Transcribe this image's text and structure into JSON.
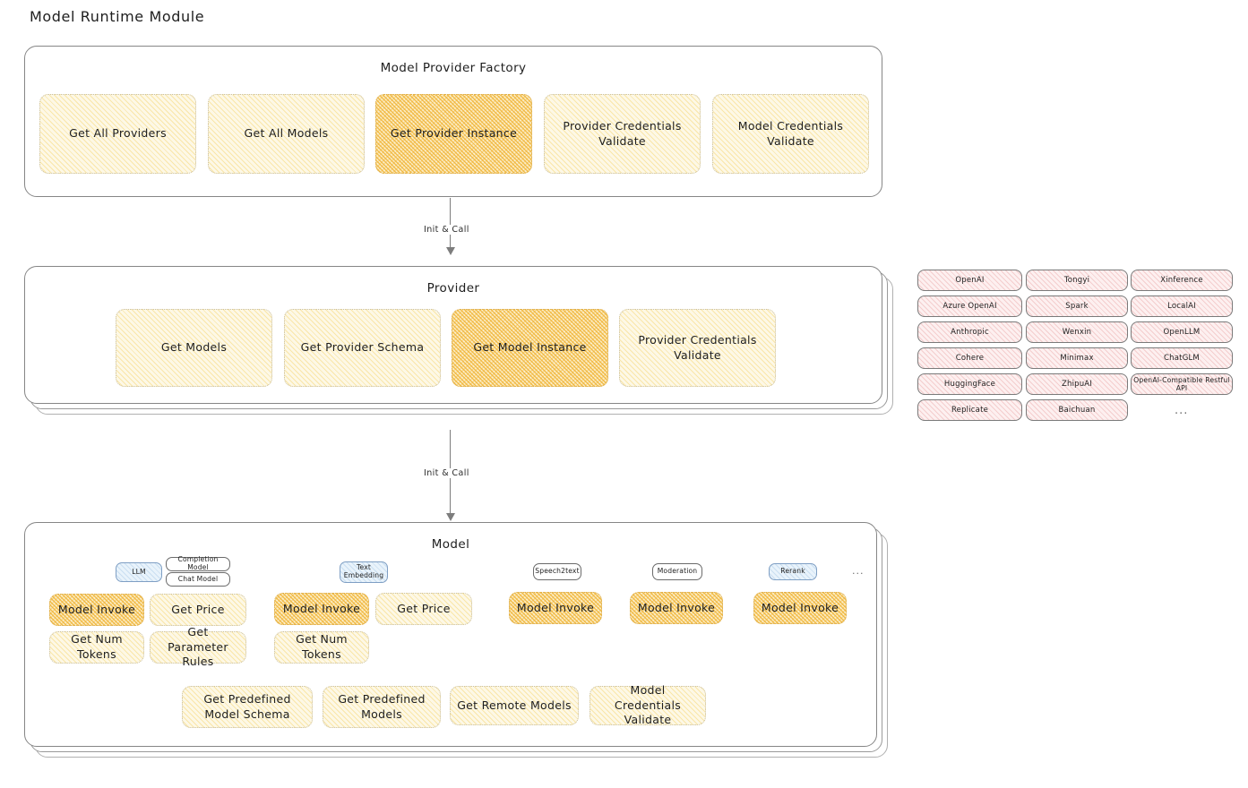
{
  "page": {
    "title": "Model Runtime Module"
  },
  "factory": {
    "title": "Model Provider Factory",
    "cards": [
      {
        "label": "Get All Providers",
        "highlight": false
      },
      {
        "label": "Get All Models",
        "highlight": false
      },
      {
        "label": "Get Provider Instance",
        "highlight": true
      },
      {
        "label": "Provider Credentials Validate",
        "highlight": false
      },
      {
        "label": "Model Credentials Validate",
        "highlight": false
      }
    ]
  },
  "arrows": [
    {
      "label": "Init & Call"
    },
    {
      "label": "Init & Call"
    }
  ],
  "provider": {
    "title": "Provider",
    "cards": [
      {
        "label": "Get Models",
        "highlight": false
      },
      {
        "label": "Get Provider Schema",
        "highlight": false
      },
      {
        "label": "Get Model Instance",
        "highlight": true
      },
      {
        "label": "Provider Credentials Validate",
        "highlight": false
      }
    ]
  },
  "provider_list": {
    "more": "...",
    "columns": [
      {
        "items": [
          "OpenAI",
          "Azure OpenAI",
          "Anthropic",
          "Cohere",
          "HuggingFace",
          "Replicate"
        ]
      },
      {
        "items": [
          "Tongyi",
          "Spark",
          "Wenxin",
          "Minimax",
          "ZhipuAI",
          "Baichuan"
        ]
      },
      {
        "items": [
          "Xinference",
          "LocalAI",
          "OpenLLM",
          "ChatGLM",
          "OpenAI-Compatible Restful API"
        ]
      }
    ]
  },
  "model": {
    "title": "Model",
    "more": "...",
    "types": [
      {
        "name": "LLM",
        "style": "blue",
        "sub": [
          "Completion Model",
          "Chat Model"
        ]
      },
      {
        "name": "Text Embedding",
        "style": "blue",
        "sub": []
      },
      {
        "name": "Speech2text",
        "style": "plain",
        "sub": []
      },
      {
        "name": "Moderation",
        "style": "plain",
        "sub": []
      },
      {
        "name": "Rerank",
        "style": "blue",
        "sub": []
      }
    ],
    "groups": [
      {
        "cards": [
          {
            "label": "Model Invoke",
            "highlight": true
          },
          {
            "label": "Get Price",
            "highlight": false
          },
          {
            "label": "Get Num Tokens",
            "highlight": false
          },
          {
            "label": "Get Parameter Rules",
            "highlight": false
          }
        ]
      },
      {
        "cards": [
          {
            "label": "Model Invoke",
            "highlight": true
          },
          {
            "label": "Get Price",
            "highlight": false
          },
          {
            "label": "Get Num Tokens",
            "highlight": false
          }
        ]
      },
      {
        "cards": [
          {
            "label": "Model Invoke",
            "highlight": true
          }
        ]
      },
      {
        "cards": [
          {
            "label": "Model Invoke",
            "highlight": true
          }
        ]
      },
      {
        "cards": [
          {
            "label": "Model Invoke",
            "highlight": true
          }
        ]
      }
    ],
    "bottom_cards": [
      {
        "label": "Get Predefined Model Schema"
      },
      {
        "label": "Get Predefined Models"
      },
      {
        "label": "Get Remote Models"
      },
      {
        "label": "Model Credentials Validate"
      }
    ]
  },
  "colors": {
    "card_fill": "#fdf8e6",
    "card_highlight": "#fbeec9",
    "card_stroke": "#c9bfa0",
    "pill_fill": "#fdf0f0",
    "chip_blue": "#e9f3fb",
    "shell_stroke": "#868686",
    "arrow": "#7d7d7d",
    "text": "#1e1e1e"
  }
}
